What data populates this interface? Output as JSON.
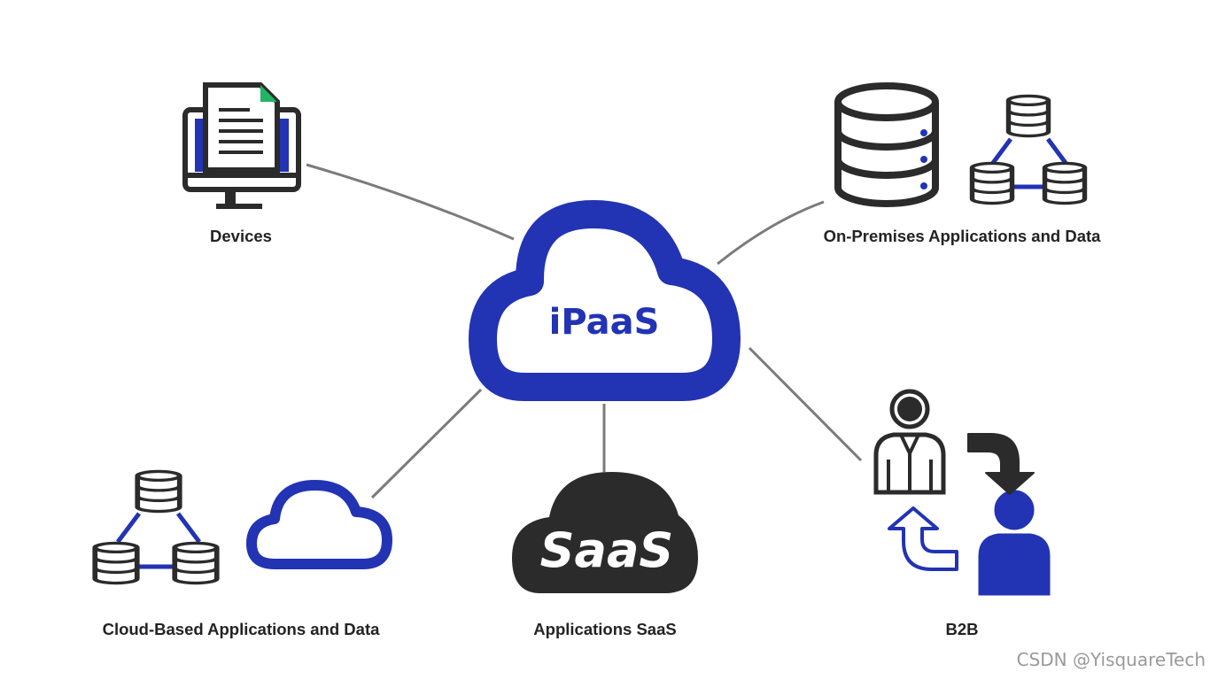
{
  "hub": {
    "label": "iPaaS"
  },
  "nodes": {
    "devices": {
      "label": "Devices"
    },
    "on_premises": {
      "label": "On-Premises Applications and Data"
    },
    "cloud_based": {
      "label": "Cloud-Based Applications and Data"
    },
    "saas": {
      "label": "Applications SaaS",
      "icon_text": "SaaS"
    },
    "b2b": {
      "label": "B2B"
    }
  },
  "watermark": "CSDN @YisquareTech",
  "colors": {
    "primary_blue": "#2233b4",
    "dark": "#2b2b2b",
    "accent_green": "#22b463",
    "connector_gray": "#7b7b7b"
  },
  "icons": {
    "devices": "monitor-document-icon",
    "on_premises": [
      "database-icon",
      "database-network-icon"
    ],
    "cloud_based": [
      "database-network-icon",
      "cloud-outline-icon"
    ],
    "saas": "saas-cloud-icon",
    "b2b": [
      "person-icon",
      "cycle-arrows-icon",
      "person-icon"
    ]
  }
}
